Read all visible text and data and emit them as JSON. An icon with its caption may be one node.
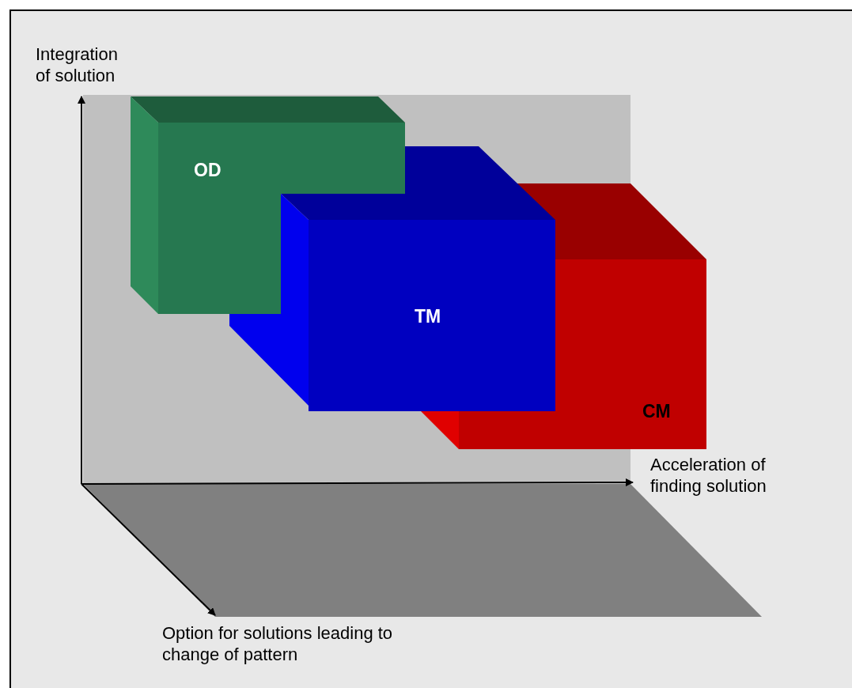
{
  "diagram": {
    "nodes": [
      {
        "text": [
          "CM"
        ]
      },
      {
        "text": [
          "TM"
        ]
      },
      {
        "text": [
          "OD"
        ]
      }
    ],
    "labels": [
      "Integration of solution",
      "Acceleration of finding solution",
      "Option for solutions leading to change of pattern"
    ]
  }
}
